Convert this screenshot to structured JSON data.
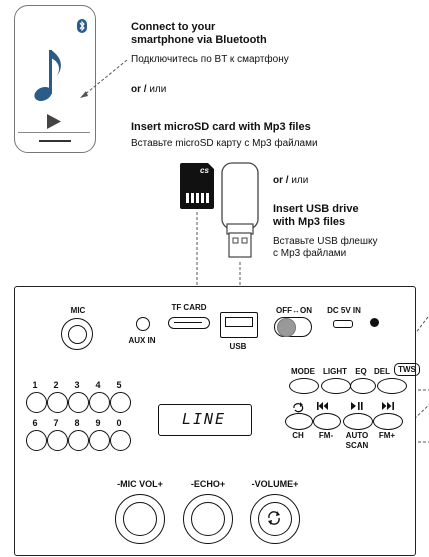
{
  "bluetooth": {
    "en_line1": "Connect to your",
    "en_line2": "smartphone via Bluetooth",
    "ru": "Подключитесь по BT к смартфону"
  },
  "or1": {
    "en": "or /",
    "ru": " или"
  },
  "microsd": {
    "en": "Insert microSD card with Mp3 files",
    "ru": "Вставьте microSD карту с Mp3 файлами",
    "card_logo": "cs"
  },
  "or2": {
    "en": "or /",
    "ru": " или"
  },
  "usb": {
    "en_line1": "Insert USB drive",
    "en_line2": "with Mp3 files",
    "ru_line1": "Вставьте USB флешку",
    "ru_line2": "с Mp3 файлами"
  },
  "panel": {
    "mic": "MIC",
    "aux_in": "AUX IN",
    "tf_card": "TF CARD",
    "usb_port": "USB",
    "power": "OFF↔ON",
    "dc_in": "DC 5V IN",
    "display": "LINE",
    "buttons": {
      "mode": "MODE",
      "light": "LIGHT",
      "eq": "EQ",
      "del": "DEL",
      "tws": "TWS"
    },
    "numbers_row1": [
      "1",
      "2",
      "3",
      "4",
      "5"
    ],
    "numbers_row2": [
      "6",
      "7",
      "8",
      "9",
      "0"
    ],
    "transport": {
      "ch": "CH",
      "fm_minus": "FM-",
      "auto": "AUTO",
      "scan": "SCAN",
      "fm_plus": "FM+"
    },
    "knobs": {
      "mic_vol": "-MIC VOL+",
      "echo": "-ECHO+",
      "volume": "-VOLUME+"
    }
  },
  "colors": {
    "accent": "#2a5c8a",
    "switch": "#999999",
    "phone_border": "#777777"
  }
}
